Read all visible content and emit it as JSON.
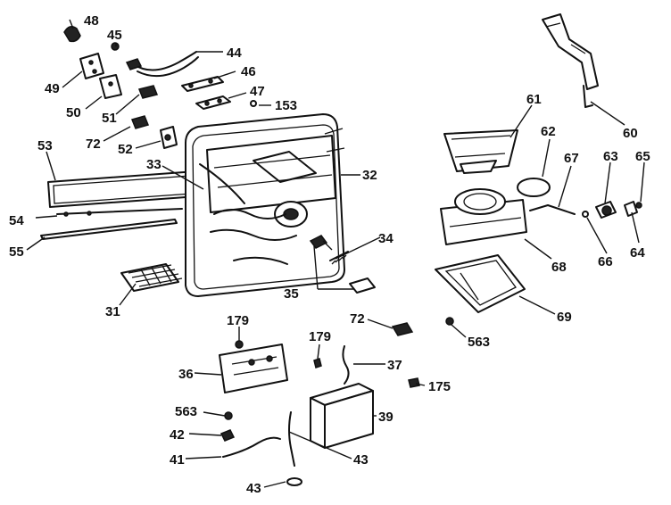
{
  "diagram": {
    "callouts": {
      "p48": "48",
      "p45": "45",
      "p44": "44",
      "p46": "46",
      "p47": "47",
      "p153": "153",
      "p49": "49",
      "p50": "50",
      "p51": "51",
      "p72a": "72",
      "p52": "52",
      "p53": "53",
      "p33": "33",
      "p32": "32",
      "p54": "54",
      "p55": "55",
      "p34": "34",
      "p35": "35",
      "p31": "31",
      "p61": "61",
      "p62": "62",
      "p67": "67",
      "p63": "63",
      "p65": "65",
      "p60": "60",
      "p68": "68",
      "p66": "66",
      "p64": "64",
      "p69": "69",
      "p563a": "563",
      "p72b": "72",
      "p179a": "179",
      "p179b": "179",
      "p36": "36",
      "p37": "37",
      "p175": "175",
      "p39": "39",
      "p563b": "563",
      "p42": "42",
      "p41": "41",
      "p43a": "43",
      "p43b": "43"
    }
  }
}
